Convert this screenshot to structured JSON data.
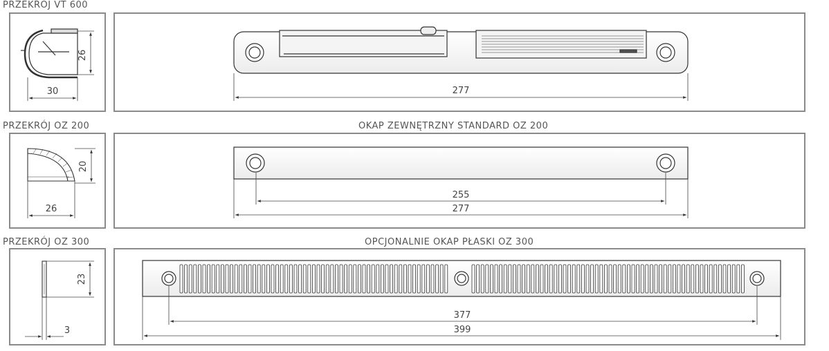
{
  "rows": [
    {
      "section_label": "PRZEKRÓJ VT 600",
      "title": "",
      "section_width": "30",
      "section_height": "26",
      "length_dims": [
        "277"
      ]
    },
    {
      "section_label": "PRZEKRÓJ OZ 200",
      "title": "OKAP ZEWNĘTRZNY STANDARD OZ 200",
      "section_width": "26",
      "section_height": "20",
      "length_dims": [
        "255",
        "277"
      ]
    },
    {
      "section_label": "PRZEKRÓJ OZ 300",
      "title": "OPCJONALNIE OKAP PŁASKI OZ 300",
      "section_width": "3",
      "section_height": "23",
      "length_dims": [
        "377",
        "399"
      ]
    }
  ],
  "colors": {
    "frame": "#8a8a8a",
    "line": "#333333",
    "dim": "#555555"
  }
}
